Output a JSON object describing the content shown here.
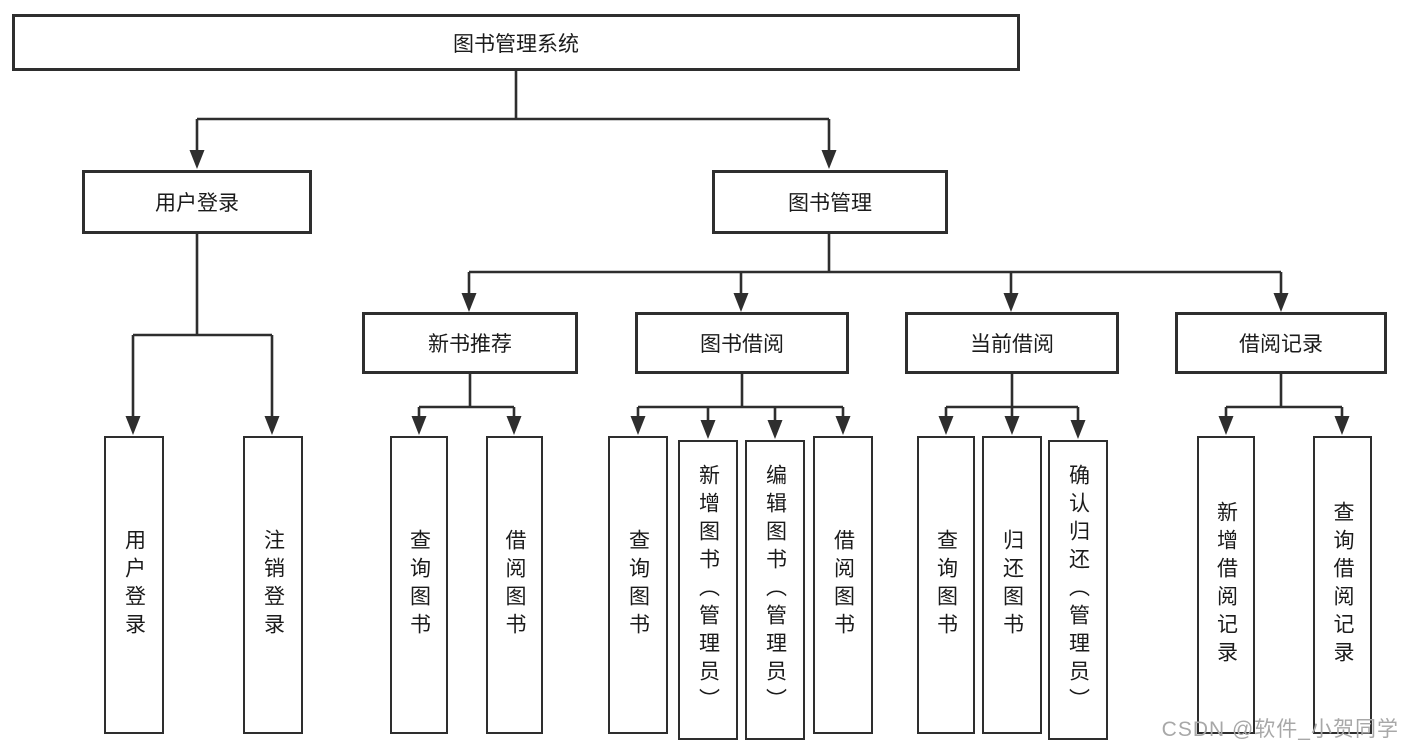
{
  "colors": {
    "line": "#2e2e2e",
    "text": "#1b1b1b",
    "box_background": "#ffffff",
    "watermark": "#a8a8a8",
    "page_background": "#ffffff"
  },
  "watermark": "CSDN @软件_小贺同学",
  "diagram": {
    "root": "图书管理系统",
    "level2": [
      "用户登录",
      "图书管理"
    ],
    "level3": [
      "新书推荐",
      "图书借阅",
      "当前借阅",
      "借阅记录"
    ],
    "leaves": [
      "用户登录",
      "注销登录",
      "查询图书",
      "借阅图书",
      "查询图书",
      "新增图书（管理员）",
      "编辑图书（管理员）",
      "借阅图书",
      "查询图书",
      "归还图书",
      "确认归还（管理员）",
      "新增借阅记录",
      "查询借阅记录"
    ]
  }
}
